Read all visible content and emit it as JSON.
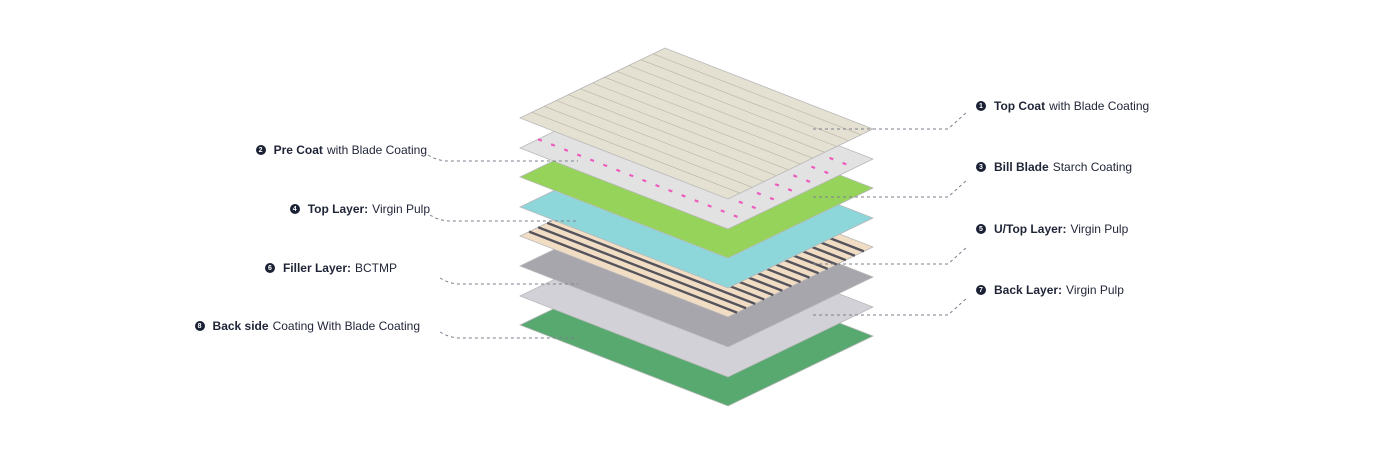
{
  "layers": [
    {
      "num": "1",
      "bold": "Top Coat",
      "rest": "with Blade Coating",
      "color": "#e4e0d2",
      "side": "right"
    },
    {
      "num": "2",
      "bold": "Pre Coat",
      "rest": "with Blade Coating",
      "color": "#e2e2e3",
      "side": "left"
    },
    {
      "num": "3",
      "bold": "Bill Blade",
      "rest": "Starch Coating",
      "color": "#95d35a",
      "side": "right"
    },
    {
      "num": "4",
      "bold": "Top Layer:",
      "rest": "Virgin Pulp",
      "color": "#8dd6da",
      "side": "left"
    },
    {
      "num": "5",
      "bold": "U/Top Layer:",
      "rest": "Virgin Pulp",
      "color": "#f1dcc4",
      "side": "right"
    },
    {
      "num": "6",
      "bold": "Filler Layer:",
      "rest": "BCTMP",
      "color": "#a8a6ad",
      "side": "left"
    },
    {
      "num": "7",
      "bold": "Back Layer:",
      "rest": "Virgin Pulp",
      "color": "#d3d1d8",
      "side": "right"
    },
    {
      "num": "8",
      "bold": "Back side",
      "rest": "Coating With Blade Coating",
      "color": "#57a96f",
      "side": "left"
    }
  ]
}
